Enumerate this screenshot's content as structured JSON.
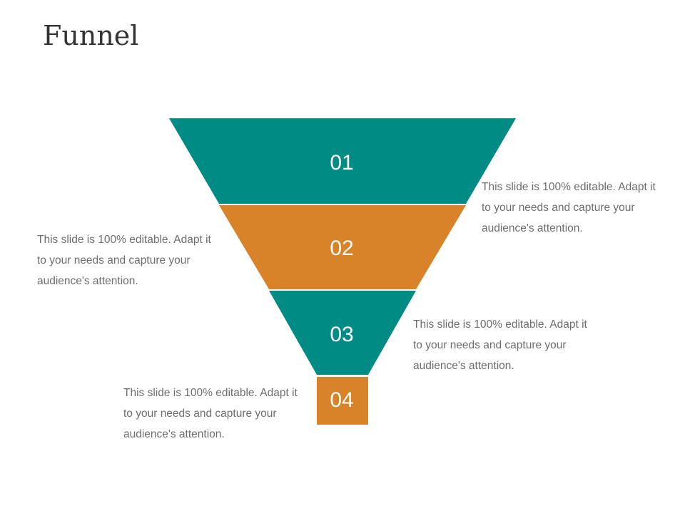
{
  "slide": {
    "title": "Funnel"
  },
  "colors": {
    "teal": "#008b84",
    "orange": "#d8832a",
    "divider": "#ffffff"
  },
  "funnel": {
    "stages": [
      {
        "label": "01",
        "color": "#008b84",
        "description": "This slide is 100% editable. Adapt it to your needs and capture your audience's attention."
      },
      {
        "label": "02",
        "color": "#d8832a",
        "description": "This slide is 100% editable. Adapt it to your needs and capture your audience's attention."
      },
      {
        "label": "03",
        "color": "#008b84",
        "description": "This slide is 100% editable. Adapt it to your needs and capture your audience's attention."
      },
      {
        "label": "04",
        "color": "#d8832a",
        "description": "This slide is 100% editable. Adapt it to your needs and capture your audience's attention."
      }
    ]
  }
}
